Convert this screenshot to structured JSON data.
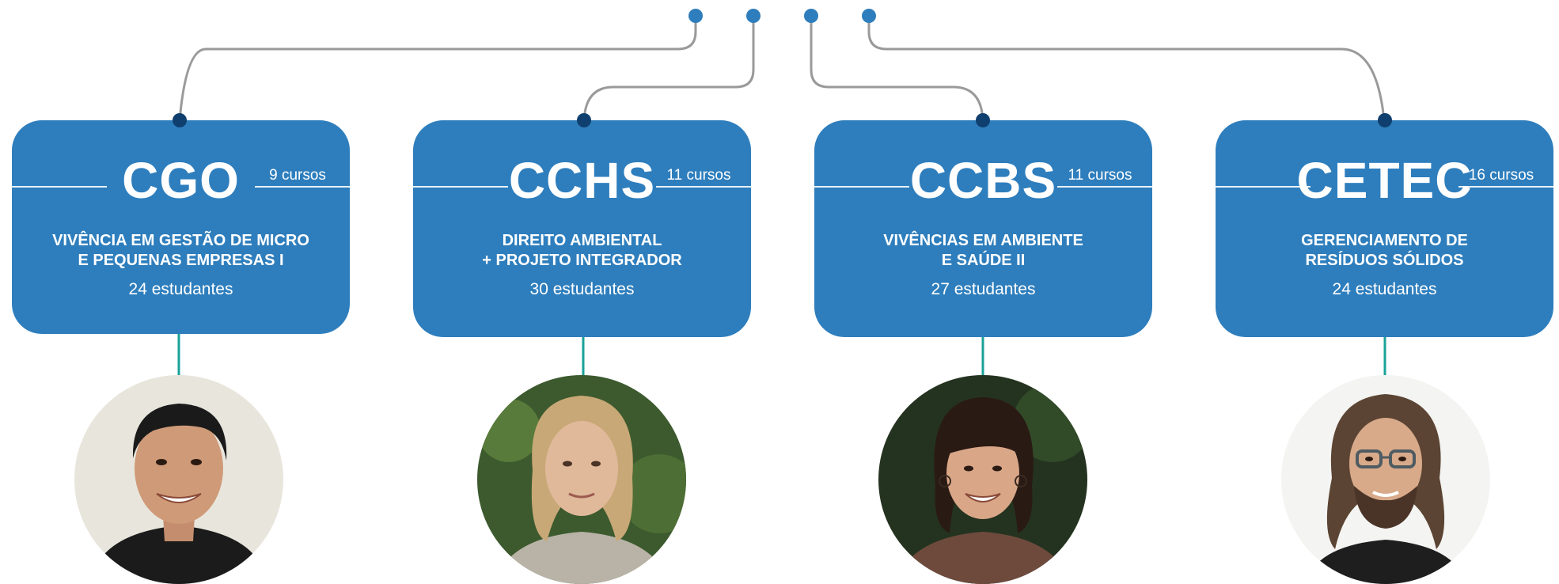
{
  "colors": {
    "card": "#2e7ebd",
    "top_dot": "#2e7ebd",
    "anchor_dot": "#0f3f6e",
    "connector": "#9a9a9a",
    "stem": "#1aa198"
  },
  "cards": [
    {
      "acronym": "CGO",
      "courses": "9 cursos",
      "subject": "VIVÊNCIA EM GESTÃO DE MICRO\nE PEQUENAS EMPRESAS I",
      "students": "24 estudantes"
    },
    {
      "acronym": "CCHS",
      "courses": "11 cursos",
      "subject": "DIREITO AMBIENTAL\n+ PROJETO INTEGRADOR",
      "students": "30 estudantes"
    },
    {
      "acronym": "CCBS",
      "courses": "11 cursos",
      "subject": "VIVÊNCIAS EM AMBIENTE\nE SAÚDE II",
      "students": "27 estudantes"
    },
    {
      "acronym": "CETEC",
      "courses": "16 cursos",
      "subject": "GERENCIAMENTO DE\nRESÍDUOS SÓLIDOS",
      "students": "24 estudantes"
    }
  ],
  "avatars": [
    {
      "icon": "man-short-dark-hair-photo"
    },
    {
      "icon": "woman-blonde-hair-photo"
    },
    {
      "icon": "woman-dark-hair-photo"
    },
    {
      "icon": "man-long-hair-glasses-photo"
    }
  ]
}
